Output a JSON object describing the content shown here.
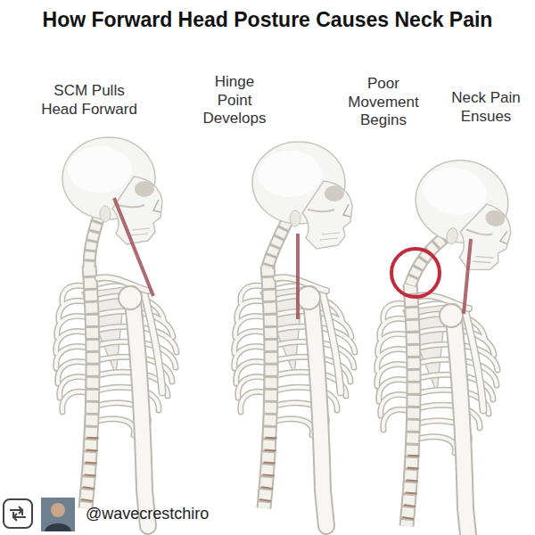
{
  "diagram": {
    "title": "How Forward Head Posture Causes Neck Pain",
    "labels": [
      "SCM Pulls Head Forward",
      "Hinge Point Develops",
      "Poor Movement Begins",
      "Neck Pain Ensues",
      "@wavecrestchiro"
    ]
  }
}
